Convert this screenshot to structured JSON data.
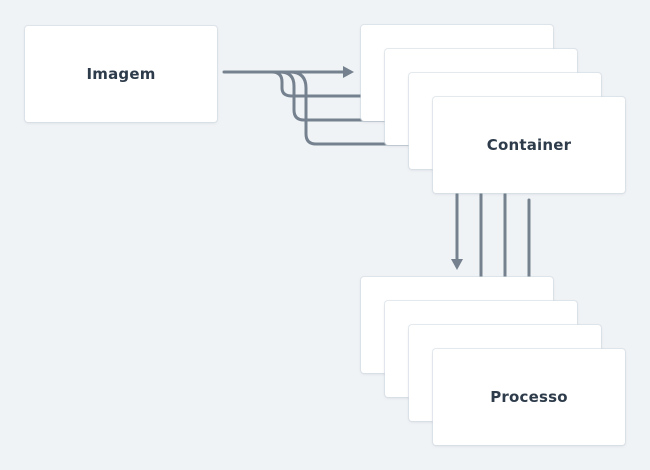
{
  "nodes": {
    "image": {
      "label": "Imagem"
    },
    "container": {
      "label": "Container",
      "stack_count": 4
    },
    "process": {
      "label": "Processo",
      "stack_count": 4
    }
  },
  "edges": [
    {
      "from": "image",
      "to": "container",
      "count": 4
    },
    {
      "from": "container",
      "to": "process",
      "count": 4
    }
  ],
  "colors": {
    "background": "#f0f3f6",
    "card": "#ffffff",
    "arrow": "#75818e",
    "text": "#2d3b4a"
  }
}
